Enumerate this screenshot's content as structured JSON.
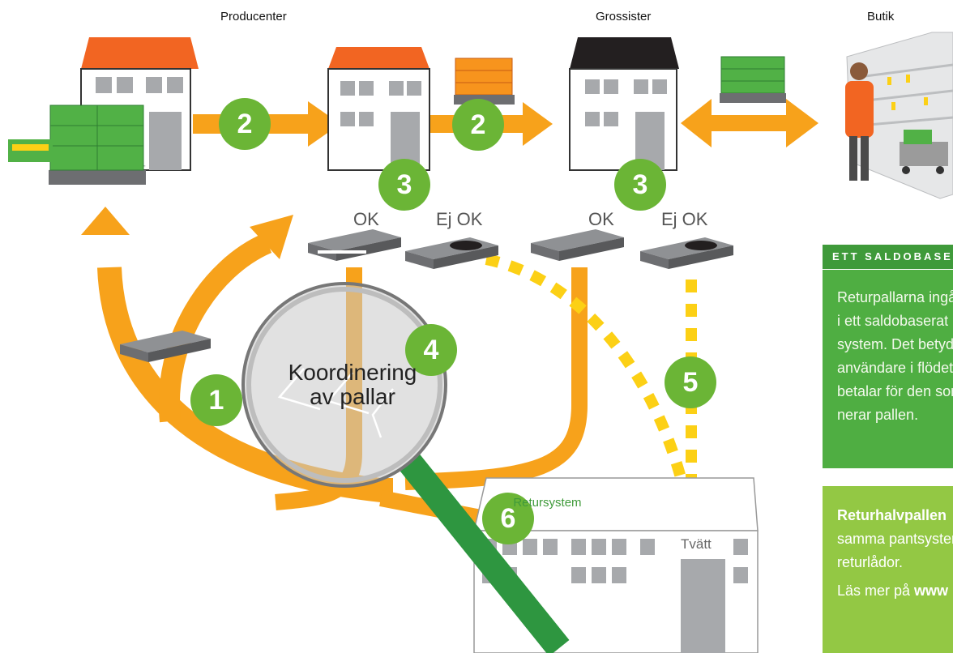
{
  "headers": {
    "producers": "Producenter",
    "wholesalers": "Grossister",
    "store": "Butik"
  },
  "steps": {
    "s1": "1",
    "s2": "2",
    "s3": "3",
    "s4": "4",
    "s5": "5",
    "s6": "6"
  },
  "pallet_labels": {
    "ok": "OK",
    "not_ok": "Ej OK"
  },
  "center_label": {
    "line1": "Koordinering",
    "line2": "av pallar"
  },
  "facility": {
    "name": "Retursystem",
    "wash": "Tvätt"
  },
  "info_panel": {
    "title": "ETT SALDOBASERAT",
    "lines": [
      "Returpallarna ingår",
      "i ett saldobaserat",
      "system. Det betyder",
      "användare i flödet",
      "betalar för den som",
      "nerar pallen."
    ]
  },
  "info_panel_2": {
    "bold": "Returhalvpallen",
    "lines": [
      "samma pantsystem",
      "returlådor."
    ],
    "more_prefix": "Läs mer på ",
    "more_bold": "www"
  },
  "colors": {
    "orange": "#f7a21b",
    "green": "#6bb536",
    "dark_green": "#2e9640",
    "roof_orange": "#f26522",
    "roof_black": "#231f20"
  }
}
